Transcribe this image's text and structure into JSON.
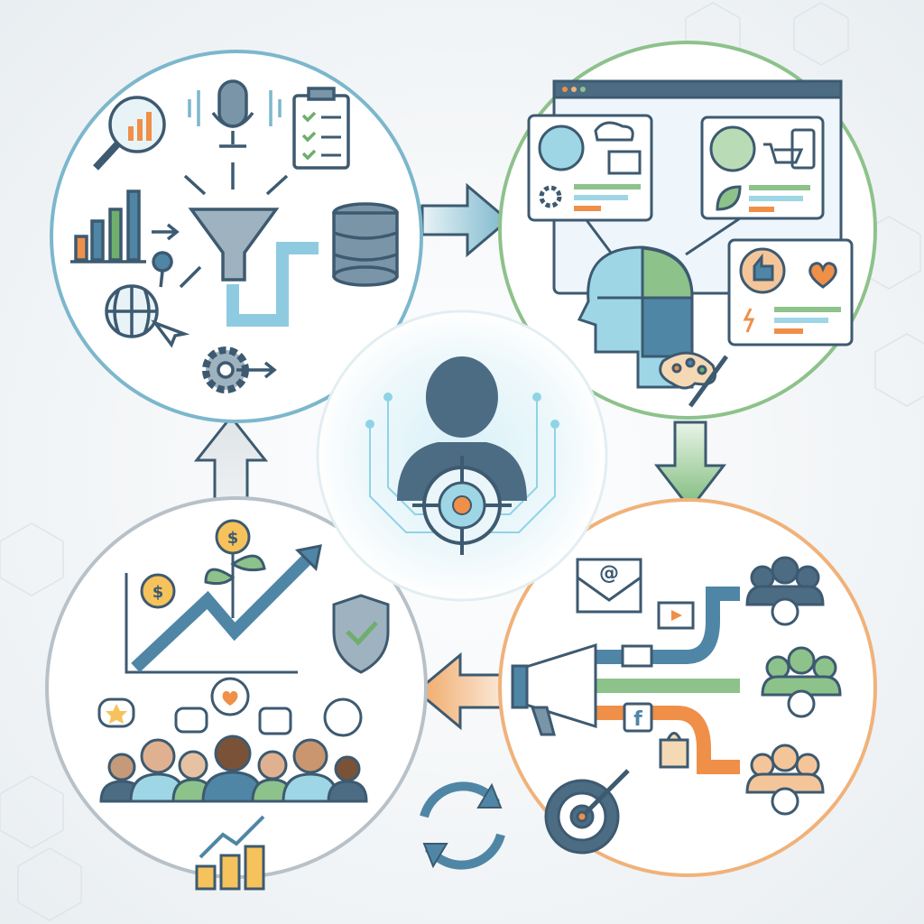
{
  "colors": {
    "collect": "#7cb7cc",
    "personalize": "#8dc28b",
    "deliver": "#f0b27a",
    "grow": "#b8c1c8",
    "dark": "#3d5a70",
    "blue": "#4f86a6",
    "green": "#6fae6c",
    "orange": "#ef8f48",
    "center_glow": "#bfe6f2"
  },
  "stages": [
    {
      "id": "data-collection",
      "icons": [
        "magnifier-chart-icon",
        "microphone-icon",
        "clipboard-checklist-icon",
        "bar-chart-icon",
        "funnel-icon",
        "database-icon",
        "globe-location-icon",
        "gear-arrow-icon",
        "binary-stream-icon"
      ]
    },
    {
      "id": "personalization",
      "icons": [
        "browser-window-icon",
        "user-profile-card-icon",
        "puzzle-head-icon",
        "thumbs-up-heart-card-icon",
        "palette-brush-icon"
      ]
    },
    {
      "id": "targeted-delivery",
      "icons": [
        "email-icon",
        "video-icon",
        "megaphone-icon",
        "facebook-icon",
        "shopping-bag-icon",
        "target-dart-icon",
        "audience-group-icon"
      ]
    },
    {
      "id": "growth-engagement",
      "icons": [
        "growth-chart-icon",
        "coin-plant-icon",
        "shield-check-icon",
        "people-group-icon",
        "speech-bubbles-icon",
        "coins-growth-icon"
      ]
    }
  ],
  "center": {
    "icon": "user-target-icon"
  },
  "cycle_icon": "refresh-cycle-icon",
  "glyphs": {
    "email_at": "@",
    "dollar": "$",
    "facebook": "f"
  }
}
